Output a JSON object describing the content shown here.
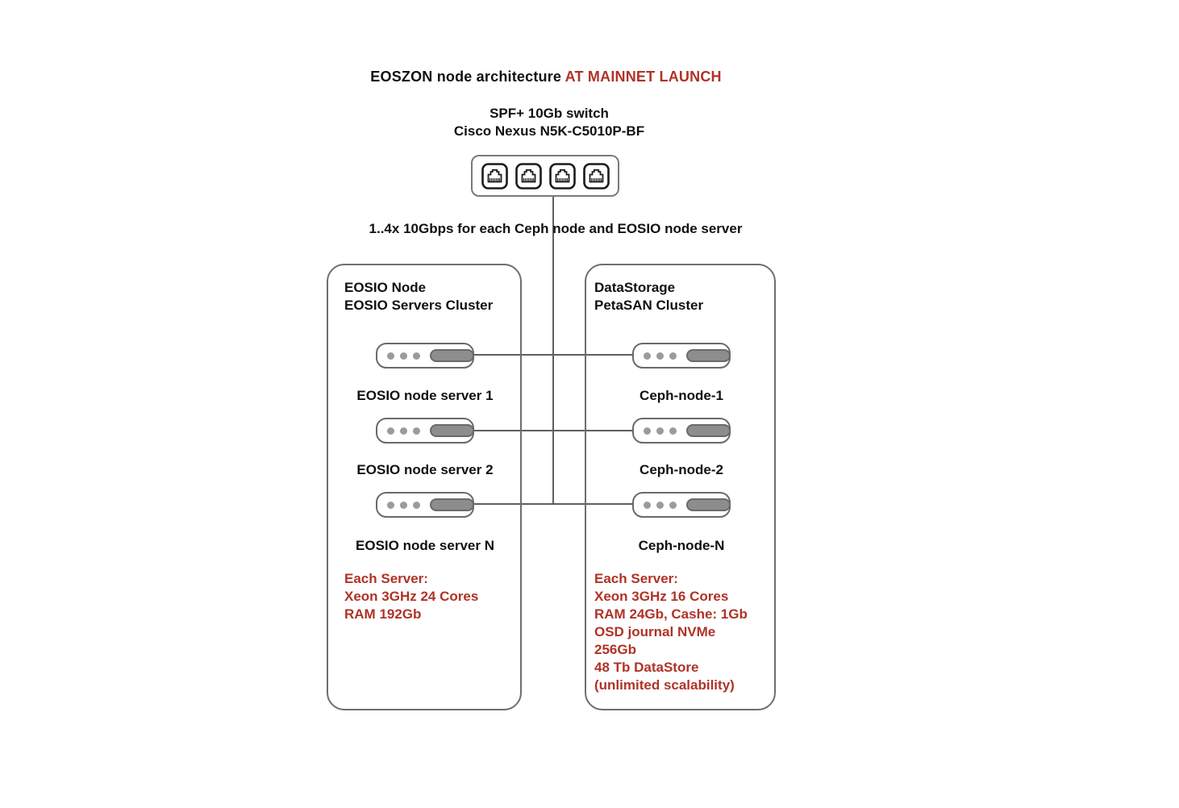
{
  "title": {
    "main": "EOSZON node architecture ",
    "highlight": "AT MAINNET LAUNCH"
  },
  "switch": {
    "label_line1": "SPF+ 10Gb switch",
    "label_line2": "Cisco Nexus N5K-C5010P-BF",
    "ports": 4
  },
  "uplink_note": "1..4x 10Gbps for each Ceph node and EOSIO node server",
  "left_box": {
    "title_line1": "EOSIO Node",
    "title_line2": "EOSIO Servers Cluster",
    "nodes": [
      "EOSIO node server 1",
      "EOSIO node server 2",
      "EOSIO node server N"
    ],
    "specs": [
      "Each Server:",
      "Xeon 3GHz 24 Cores",
      "RAM 192Gb"
    ]
  },
  "right_box": {
    "title_line1": "DataStorage",
    "title_line2": "PetaSAN Cluster",
    "nodes": [
      "Ceph-node-1",
      "Ceph-node-2",
      "Ceph-node-N"
    ],
    "specs": [
      "Each Server:",
      "Xeon 3GHz 16 Cores",
      "RAM 24Gb, Cashe: 1Gb",
      "OSD journal NVMe",
      "256Gb",
      "48 Tb DataStore",
      "(unlimited scalability)"
    ]
  },
  "colors": {
    "accent_red": "#b03227",
    "line_gray": "#5f5f5f",
    "border_gray": "#6e6e6e"
  }
}
